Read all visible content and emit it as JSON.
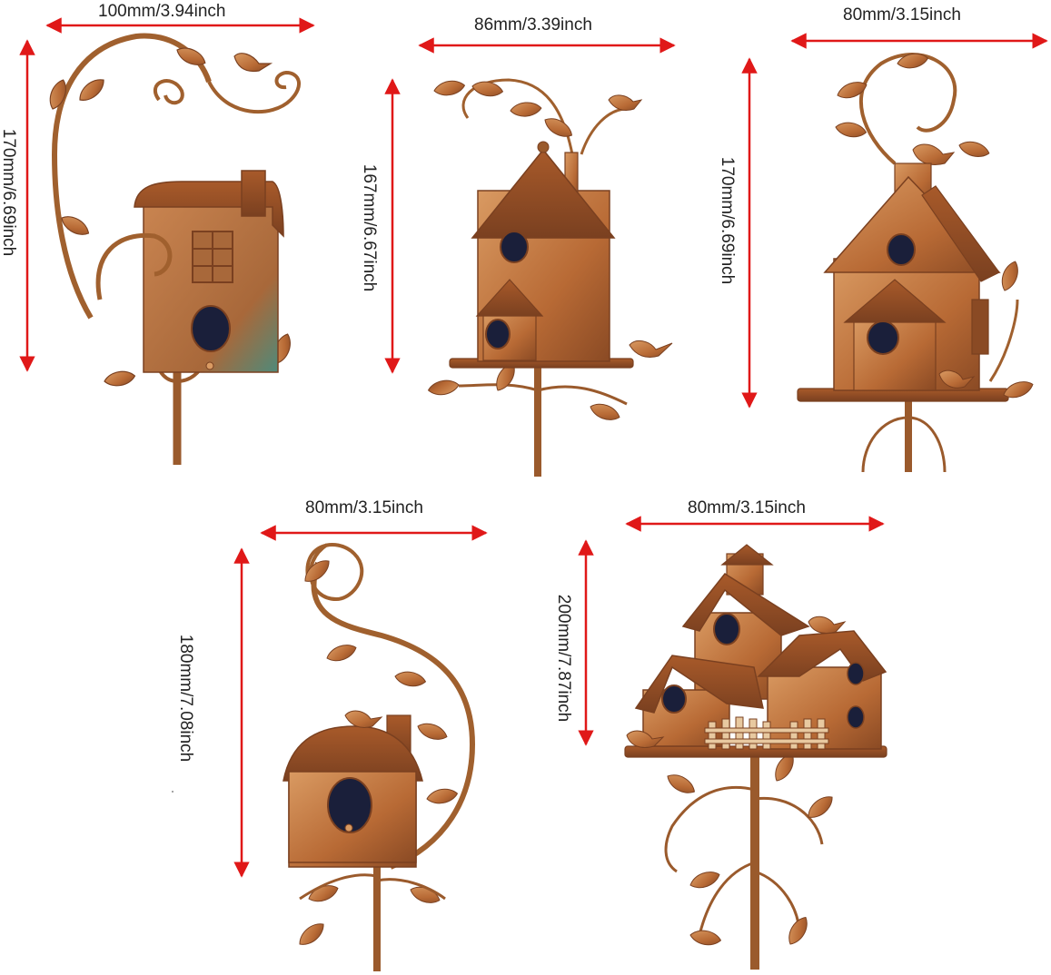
{
  "products": [
    {
      "width_label": "100mm/3.94inch",
      "height_label": "170mm/6.69inch"
    },
    {
      "width_label": "86mm/3.39inch",
      "height_label": "167mm/6.67inch"
    },
    {
      "width_label": "80mm/3.15inch",
      "height_label": "170mm/6.69inch"
    },
    {
      "width_label": "80mm/3.15inch",
      "height_label": "180mm/7.08inch"
    },
    {
      "width_label": "80mm/3.15inch",
      "height_label": "200mm/7.87inch"
    }
  ],
  "colors": {
    "arrow": "#e01818",
    "copper": "#b86a35",
    "copper_dark": "#7a4020",
    "copper_light": "#d99a62",
    "patina": "#4f8a7a",
    "hole": "#1a1f3a"
  }
}
